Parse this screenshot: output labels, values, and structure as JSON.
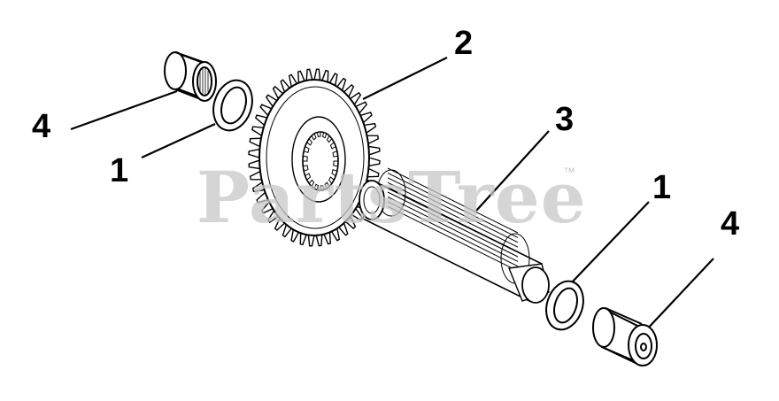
{
  "diagram": {
    "callouts": {
      "c1": "4",
      "c2": "1",
      "c3": "2",
      "c4": "3",
      "c5": "1",
      "c6": "4"
    },
    "watermark": {
      "text": "PartsTree",
      "trademark": "™"
    }
  }
}
